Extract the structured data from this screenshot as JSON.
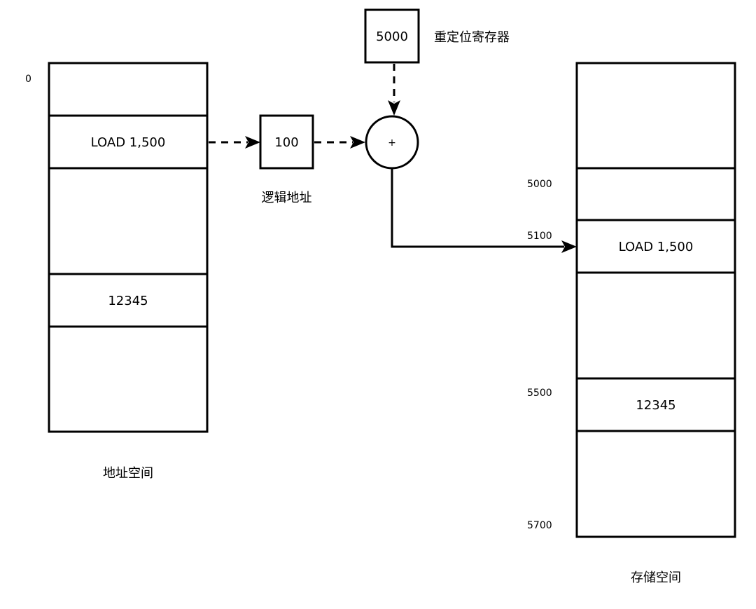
{
  "address_space": {
    "caption": "地址空间",
    "start_label": "0",
    "instruction_cell": "LOAD 1,500",
    "data_cell": "12345"
  },
  "logical_address": {
    "value": "100",
    "caption": "逻辑地址"
  },
  "relocation_register": {
    "value": "5000",
    "caption": "重定位寄存器"
  },
  "adder": {
    "symbol": "+"
  },
  "storage_space": {
    "caption": "存储空间",
    "instruction_cell": "LOAD 1,500",
    "data_cell": "12345",
    "address_labels": [
      "5000",
      "5100",
      "5500",
      "5700"
    ]
  }
}
